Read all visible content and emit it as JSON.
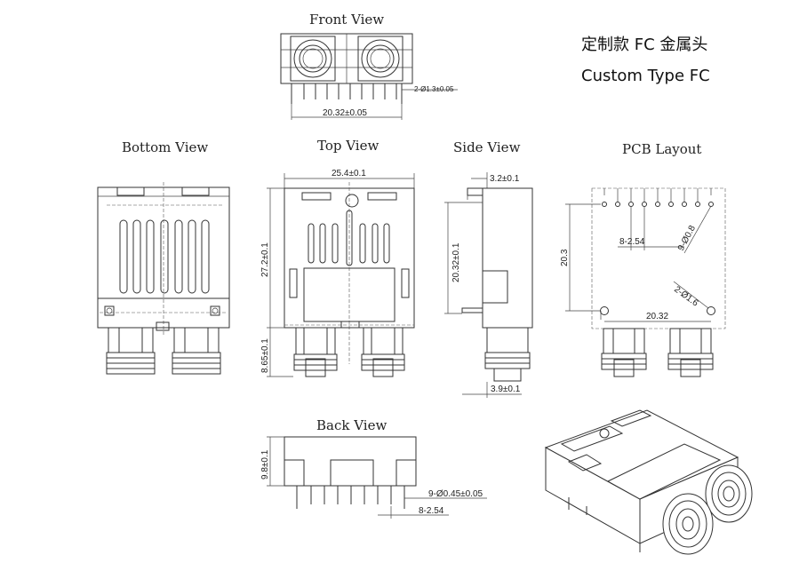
{
  "heading": {
    "line1": "定制款 FC 金属头",
    "line2": "Custom Type FC"
  },
  "views": {
    "front": {
      "title": "Front View",
      "dim_holes": "2-Ø1.3±0.05",
      "dim_width": "20.32±0.05"
    },
    "bottom": {
      "title": "Bottom View"
    },
    "top": {
      "title": "Top View",
      "dim_width": "25.4±0.1",
      "dim_height": "27.2±0.1",
      "dim_connector": "8.65±0.1"
    },
    "side": {
      "title": "Side View",
      "dim_top": "3.2±0.1",
      "dim_height": "20.32±0.1",
      "dim_bottom": "3.9±0.1"
    },
    "pcb": {
      "title": "PCB Layout",
      "dim_pitch": "8-2.54",
      "dim_pins": "9-Ø0.8",
      "dim_height": "20.3",
      "dim_mount": "2-Ø1.6",
      "dim_width": "20.32"
    },
    "back": {
      "title": "Back View",
      "dim_height": "9.8±0.1",
      "dim_pins": "9-Ø0.45±0.05",
      "dim_pitch": "8-2.54"
    }
  }
}
